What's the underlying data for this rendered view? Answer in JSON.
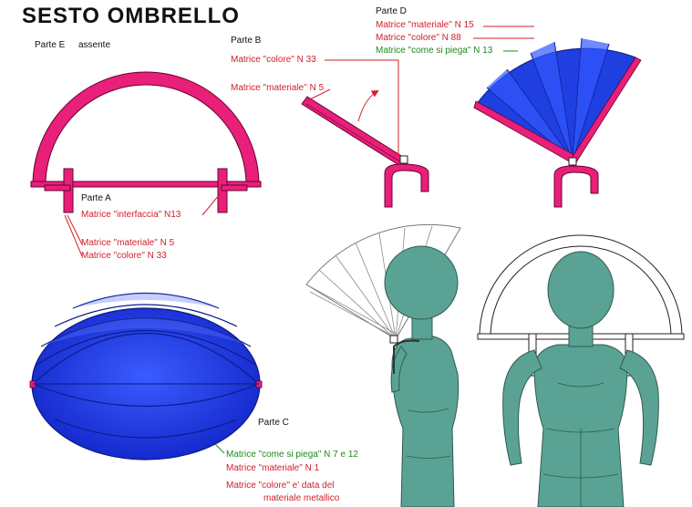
{
  "title": "SESTO OMBRELLO",
  "colors": {
    "magenta": "#e8207a",
    "blue": "#1f3fe0",
    "red_text": "#d0202a",
    "green_text": "#1b8a1b",
    "figure": "#5aa394"
  },
  "parts": {
    "e": {
      "name": "Parte E",
      "status": "assente"
    },
    "a": {
      "name": "Parte A",
      "notes": [
        "Matrice \"interfaccia\" N13",
        "Matrice \"materiale\"  N  5",
        "Matrice \"colore\"  N 33"
      ]
    },
    "b": {
      "name": "Parte B",
      "notes": [
        "Matrice \"colore\" N 33",
        "Matrice \"materiale\" N 5"
      ]
    },
    "c": {
      "name": "Parte C",
      "notes": [
        "Matrice \"come si piega\" N 7 e 12",
        "Matrice \"materiale\" N 1",
        "Matrice \"colore\" e' data del",
        "materiale metallico"
      ]
    },
    "d": {
      "name": "Parte D",
      "notes": [
        "Matrice \"materiale\" N 15",
        "Matrice \"colore\"  N  88",
        "Matrice \"come si piega\" N 13"
      ]
    }
  }
}
